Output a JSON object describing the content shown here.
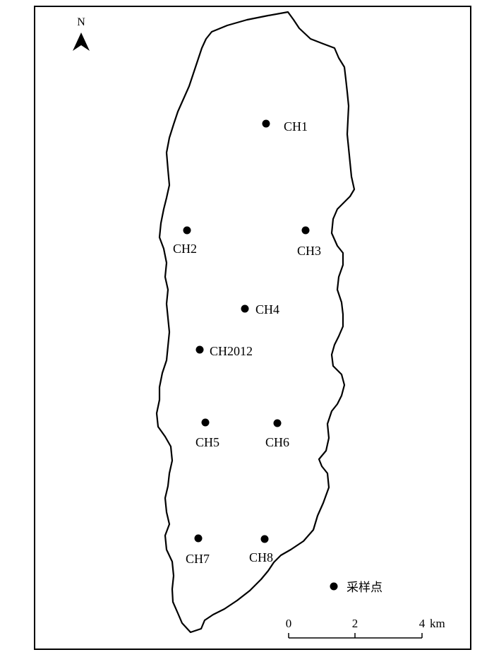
{
  "map": {
    "north_label": "N",
    "sites": [
      {
        "id": "CH1",
        "label": "CH1"
      },
      {
        "id": "CH2",
        "label": "CH2"
      },
      {
        "id": "CH3",
        "label": "CH3"
      },
      {
        "id": "CH4",
        "label": "CH4"
      },
      {
        "id": "CH2012",
        "label": "CH2012"
      },
      {
        "id": "CH5",
        "label": "CH5"
      },
      {
        "id": "CH6",
        "label": "CH6"
      },
      {
        "id": "CH7",
        "label": "CH7"
      },
      {
        "id": "CH8",
        "label": "CH8"
      }
    ],
    "legend": {
      "symbol": "filled-circle",
      "label": "采样点"
    },
    "scale_bar": {
      "ticks": [
        "0",
        "2",
        "4"
      ],
      "unit": "km"
    },
    "colors": {
      "outline": "#000000",
      "background": "#ffffff",
      "marker": "#000000"
    }
  }
}
